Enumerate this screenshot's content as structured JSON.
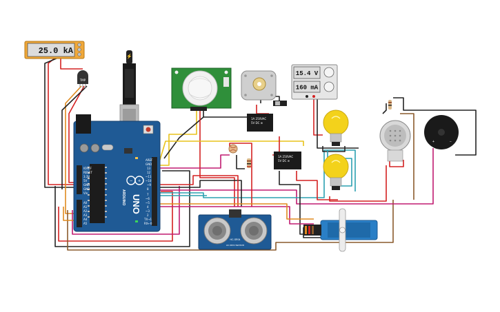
{
  "multimeter": {
    "reading": "25.0 kA"
  },
  "power_supply": {
    "voltage": "15.4 V",
    "current": "160 mA"
  },
  "arduino": {
    "model": "UNO",
    "brand": "ARDUINO"
  },
  "ultrasonic": {
    "model": "HC-SR04",
    "label": "HC-SR04 SENSOR"
  },
  "colors": {
    "arduino_blue": "#1f5a95",
    "pcb_green": "#2f8f3a",
    "wire_red": "#d42020",
    "wire_black": "#222222",
    "wire_orange": "#e08a1e",
    "wire_magenta": "#c01a70",
    "wire_teal": "#2aa0b0",
    "wire_yellow": "#e8c21a",
    "wire_brown": "#8a5a2b",
    "bulb_yellow": "#f3d21b"
  }
}
